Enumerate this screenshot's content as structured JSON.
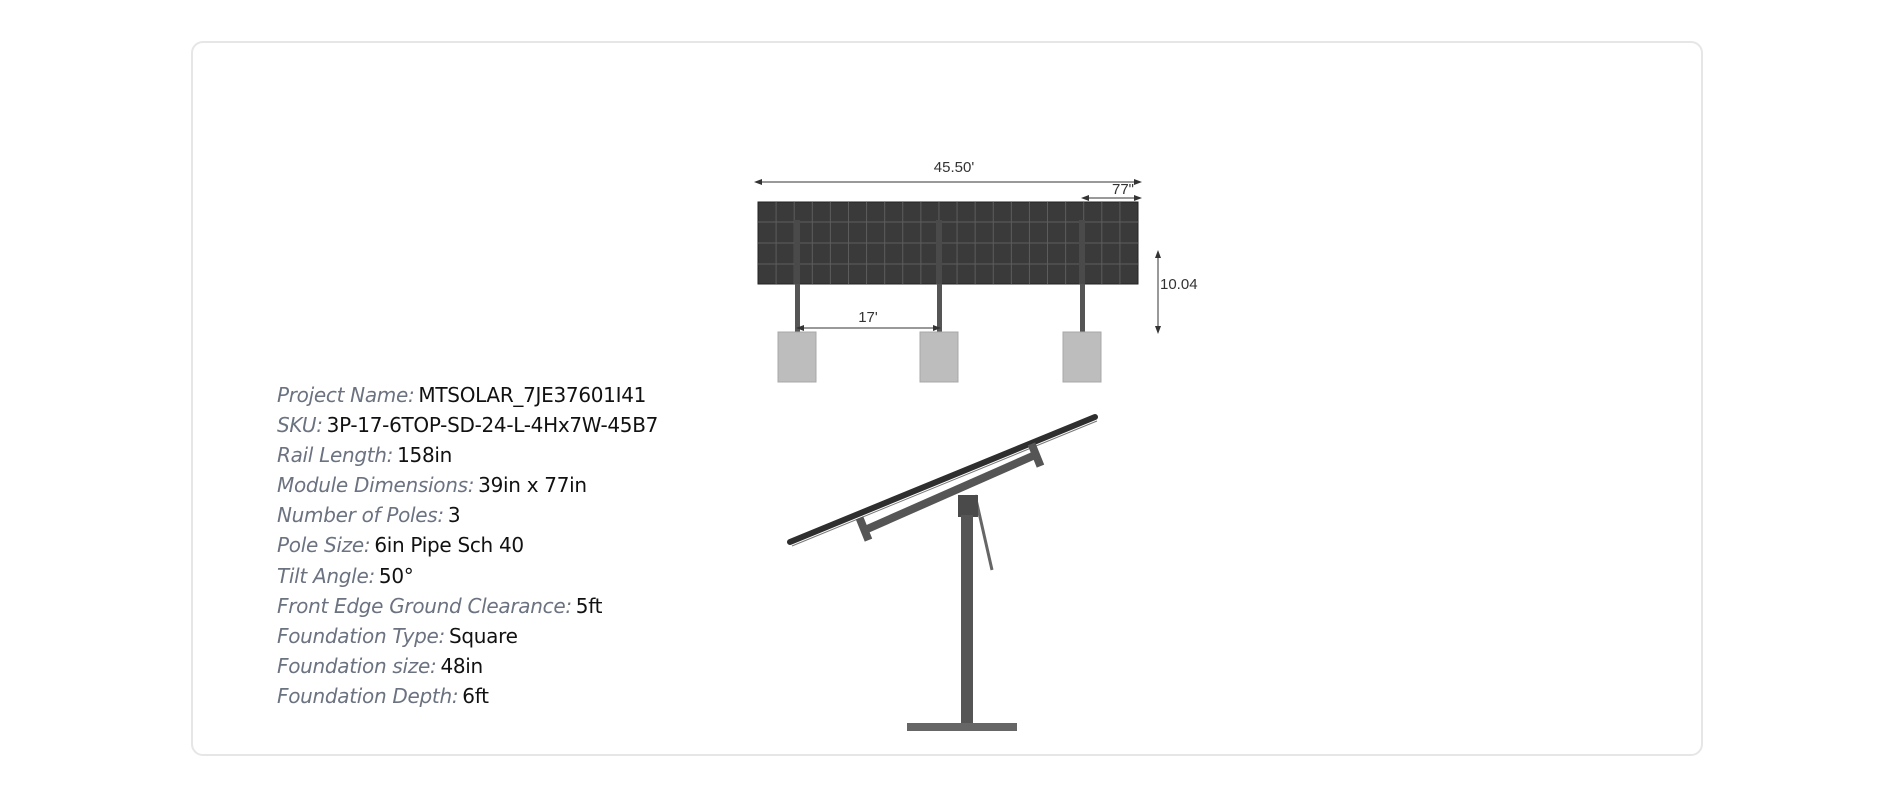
{
  "diagram": {
    "front_view": {
      "overall_length_label": "45.50'",
      "module_width_label": "77\"",
      "height_label": "10.04",
      "pole_spacing_label": "17'"
    }
  },
  "specs": [
    {
      "label": "Project Name:",
      "value": "MTSOLAR_7JE37601I41"
    },
    {
      "label": "SKU:",
      "value": "3P-17-6TOP-SD-24-L-4Hx7W-45B7"
    },
    {
      "label": "Rail Length:",
      "value": "158in"
    },
    {
      "label": "Module Dimensions:",
      "value": "39in x 77in"
    },
    {
      "label": "Number of Poles:",
      "value": "3"
    },
    {
      "label": "Pole Size:",
      "value": "6in Pipe Sch 40"
    },
    {
      "label": "Tilt Angle:",
      "value": "50°"
    },
    {
      "label": "Front Edge Ground Clearance:",
      "value": "5ft"
    },
    {
      "label": "Foundation Type:",
      "value": "Square"
    },
    {
      "label": "Foundation size:",
      "value": "48in"
    },
    {
      "label": "Foundation Depth:",
      "value": "6ft"
    }
  ],
  "colors": {
    "label": "#6b7280",
    "value": "#111111",
    "panel": "#3a3a3a",
    "steel": "#555555",
    "concrete": "#bdbdbd",
    "border": "#e6e6e6"
  }
}
